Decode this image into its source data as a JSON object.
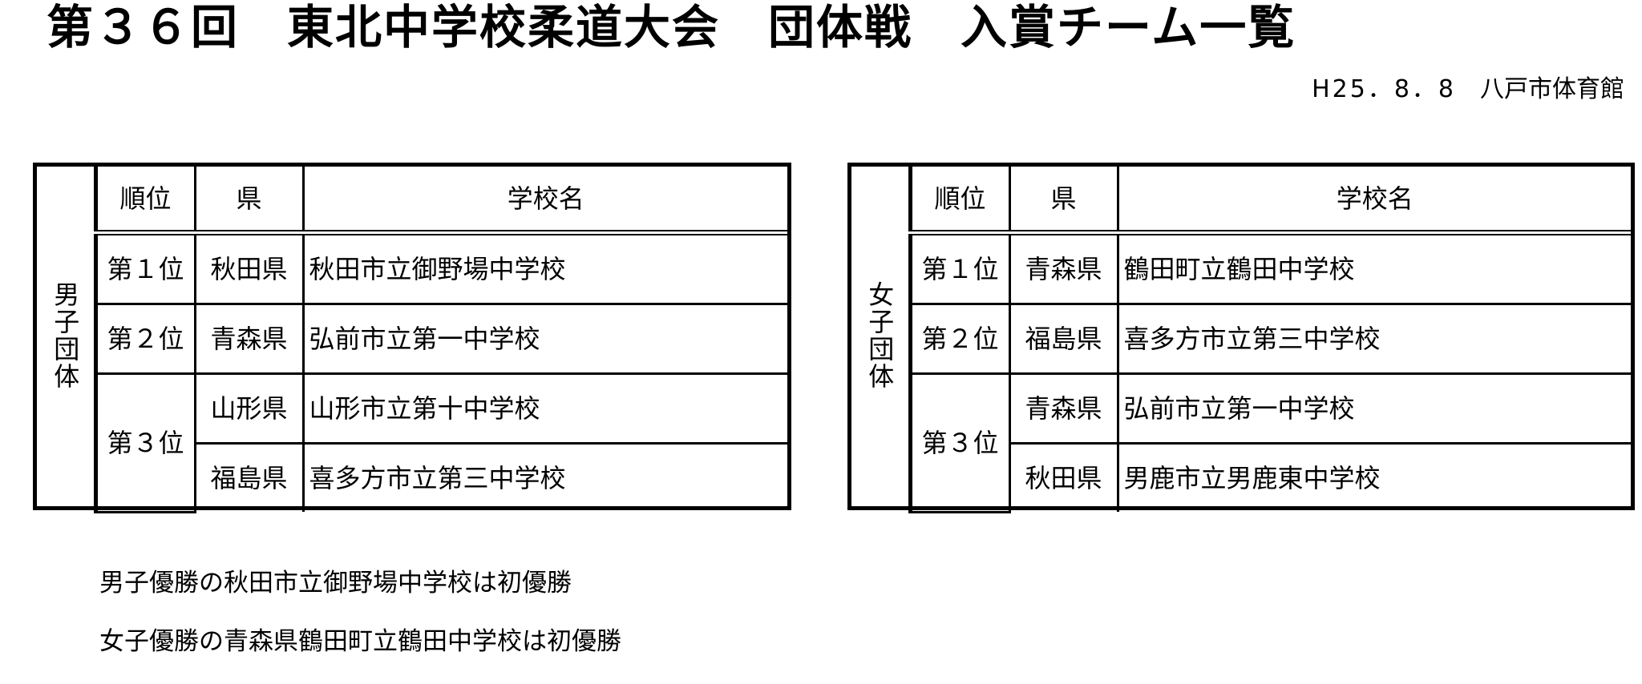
{
  "title": "第３６回　東北中学校柔道大会　団体戦　入賞チーム一覧",
  "subtitle": {
    "date": "H25．8．8",
    "venue": "八戸市体育館"
  },
  "headers": {
    "rank": "順位",
    "prefecture": "県",
    "school": "学校名"
  },
  "men": {
    "group_label": "男子団体",
    "rows": [
      {
        "rank": "第１位",
        "prefecture": "秋田県",
        "school": "秋田市立御野場中学校"
      },
      {
        "rank": "第２位",
        "prefecture": "青森県",
        "school": "弘前市立第一中学校"
      },
      {
        "rank": "第３位",
        "prefecture": "山形県",
        "school": "山形市立第十中学校"
      },
      {
        "rank": "",
        "prefecture": "福島県",
        "school": "喜多方市立第三中学校"
      }
    ]
  },
  "women": {
    "group_label": "女子団体",
    "rows": [
      {
        "rank": "第１位",
        "prefecture": "青森県",
        "school": "鶴田町立鶴田中学校"
      },
      {
        "rank": "第２位",
        "prefecture": "福島県",
        "school": "喜多方市立第三中学校"
      },
      {
        "rank": "第３位",
        "prefecture": "青森県",
        "school": "弘前市立第一中学校"
      },
      {
        "rank": "",
        "prefecture": "秋田県",
        "school": "男鹿市立男鹿東中学校"
      }
    ]
  },
  "notes": [
    "男子優勝の秋田市立御野場中学校は初優勝",
    "女子優勝の青森県鶴田町立鶴田中学校は初優勝"
  ]
}
